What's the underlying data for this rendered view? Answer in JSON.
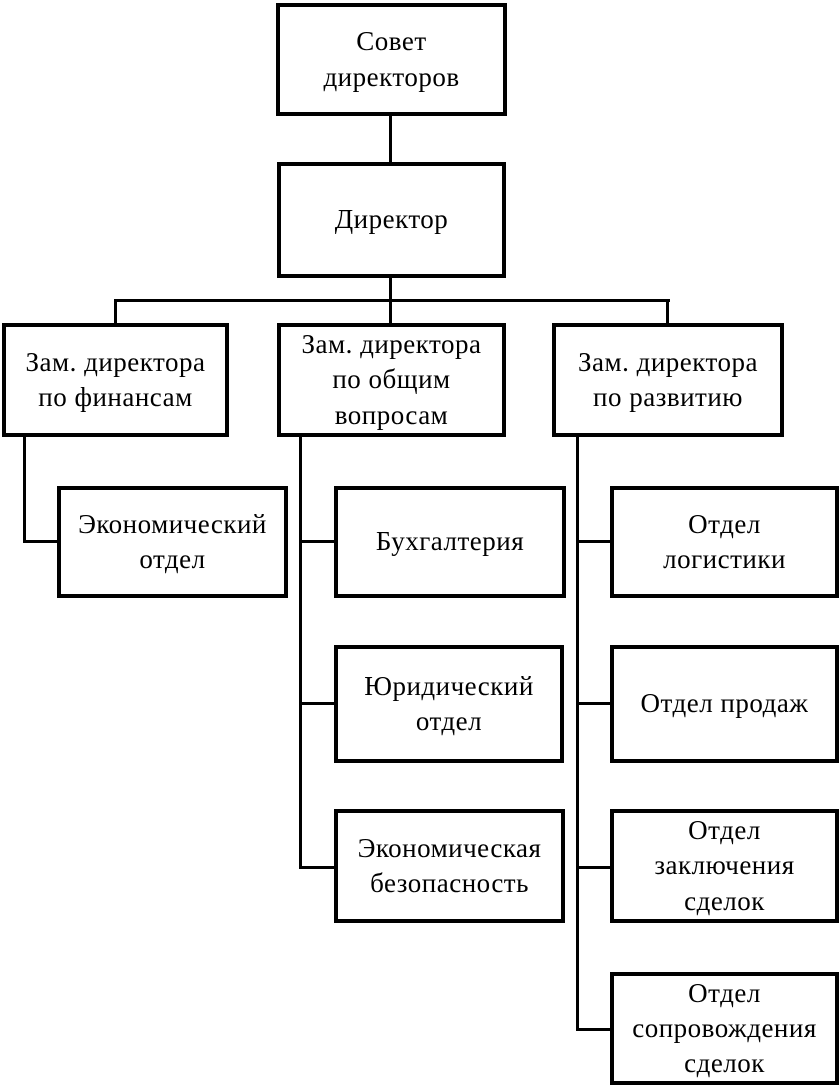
{
  "org_chart": {
    "type": "organizational-chart",
    "root": {
      "label": "Совет\nдиректоров"
    },
    "director": {
      "label": "Директор"
    },
    "branches": [
      {
        "label": "Зам. директора\nпо финансам",
        "children": [
          {
            "label": "Экономический\nотдел"
          }
        ]
      },
      {
        "label": "Зам. директора\nпо общим\nвопросам",
        "children": [
          {
            "label": "Бухгалтерия"
          },
          {
            "label": "Юридический\nотдел"
          },
          {
            "label": "Экономическая\nбезопасность"
          }
        ]
      },
      {
        "label": "Зам. директора\nпо развитию",
        "children": [
          {
            "label": "Отдел\nлогистики"
          },
          {
            "label": "Отдел продаж"
          },
          {
            "label": "Отдел\nзаключения\nсделок"
          },
          {
            "label": "Отдел\nсопровождения\nсделок"
          }
        ]
      }
    ],
    "colors": {
      "background": "#ffffff",
      "box_border": "#000000",
      "box_fill": "#ffffff",
      "connector": "#000000",
      "text": "#000000"
    }
  }
}
